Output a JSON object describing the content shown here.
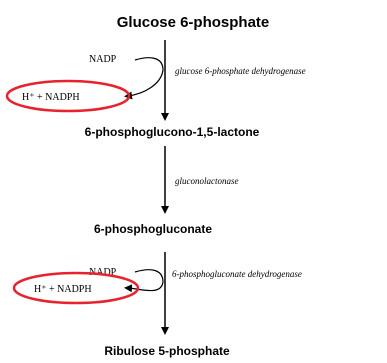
{
  "pathway": {
    "start_metabolite": "Glucose 6-phosphate",
    "steps": [
      {
        "enzyme": "glucose 6-phosphate dehydrogenase",
        "cofactor_in": "NADP",
        "cofactor_out": "H⁺ + NADPH",
        "product": "6-phosphoglucono-1,5-lactone",
        "highlighted": true
      },
      {
        "enzyme": "gluconolactonase",
        "product": "6-phosphogluconate"
      },
      {
        "enzyme": "6-phosphogluconate dehydrogenase",
        "cofactor_in": "NADP",
        "cofactor_out": "H⁺ + NADPH",
        "product": "Ribulose 5-phosphate",
        "highlighted": true
      }
    ]
  },
  "colors": {
    "highlight_ellipse": "#e8232d",
    "text": "#000000",
    "arrow": "#000000"
  }
}
